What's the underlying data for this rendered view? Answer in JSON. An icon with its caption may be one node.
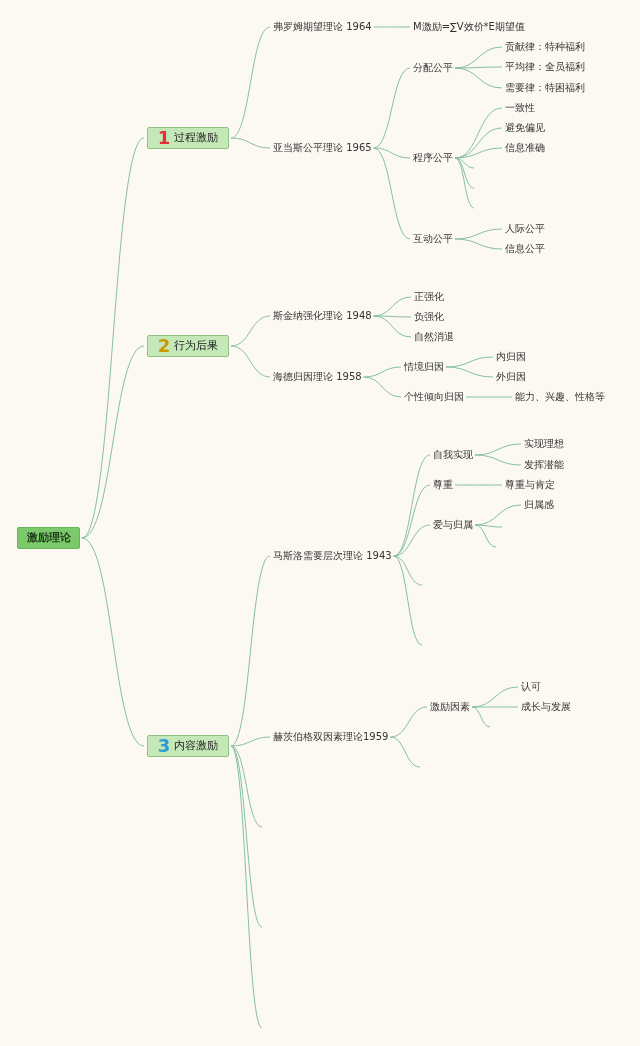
{
  "diagram": {
    "nodes": [
      {
        "text": [
          "激励理论"
        ]
      },
      {
        "text": [
          "1",
          "过程激励"
        ]
      },
      {
        "text": [
          "弗罗姆期望理论 1964"
        ]
      },
      {
        "text": [
          "M激励=∑V效价*E期望值"
        ]
      },
      {
        "text": [
          "亚当斯公平理论 1965"
        ]
      },
      {
        "text": [
          "分配公平"
        ]
      },
      {
        "text": [
          "贡献律：特种福利"
        ]
      },
      {
        "text": [
          "平均律：全员福利"
        ]
      },
      {
        "text": [
          "需要律：特困福利"
        ]
      },
      {
        "text": [
          "程序公平"
        ]
      },
      {
        "text": [
          "一致性"
        ]
      },
      {
        "text": [
          "避免偏见"
        ]
      },
      {
        "text": [
          "信息准确"
        ]
      },
      {
        "text": [
          "互动公平"
        ]
      },
      {
        "text": [
          "人际公平"
        ]
      },
      {
        "text": [
          "信息公平"
        ]
      },
      {
        "text": [
          "2",
          "行为后果"
        ]
      },
      {
        "text": [
          "斯金纳强化理论 1948"
        ]
      },
      {
        "text": [
          "正强化"
        ]
      },
      {
        "text": [
          "负强化"
        ]
      },
      {
        "text": [
          "自然消退"
        ]
      },
      {
        "text": [
          "海德归因理论 1958"
        ]
      },
      {
        "text": [
          "情境归因"
        ]
      },
      {
        "text": [
          "内归因"
        ]
      },
      {
        "text": [
          "外归因"
        ]
      },
      {
        "text": [
          "个性倾向归因"
        ]
      },
      {
        "text": [
          "能力、兴趣、性格等"
        ]
      },
      {
        "text": [
          "3",
          "内容激励"
        ]
      },
      {
        "text": [
          "马斯洛需要层次理论 1943"
        ]
      },
      {
        "text": [
          "自我实现"
        ]
      },
      {
        "text": [
          "实现理想"
        ]
      },
      {
        "text": [
          "发挥潜能"
        ]
      },
      {
        "text": [
          "尊重"
        ]
      },
      {
        "text": [
          "尊重与肯定"
        ]
      },
      {
        "text": [
          "爱与归属"
        ]
      },
      {
        "text": [
          "归属感"
        ]
      },
      {
        "text": [
          "赫茨伯格双因素理论1959"
        ]
      },
      {
        "text": [
          "激励因素"
        ]
      },
      {
        "text": [
          "认可"
        ]
      },
      {
        "text": [
          "成长与发展"
        ]
      }
    ],
    "edges": [
      {
        "from": 0,
        "to": 1,
        "arrow": "none"
      },
      {
        "from": 1,
        "to": 2,
        "arrow": "none"
      },
      {
        "from": 2,
        "to": 3,
        "arrow": "none"
      },
      {
        "from": 1,
        "to": 4,
        "arrow": "none"
      },
      {
        "from": 4,
        "to": 5,
        "arrow": "none"
      },
      {
        "from": 5,
        "to": 6,
        "arrow": "none"
      },
      {
        "from": 5,
        "to": 7,
        "arrow": "none"
      },
      {
        "from": 5,
        "to": 8,
        "arrow": "none"
      },
      {
        "from": 4,
        "to": 9,
        "arrow": "none"
      },
      {
        "from": 9,
        "to": 10,
        "arrow": "none"
      },
      {
        "from": 9,
        "to": 11,
        "arrow": "none"
      },
      {
        "from": 9,
        "to": 12,
        "arrow": "none"
      },
      {
        "from": 9,
        "to": null,
        "arrow": "none"
      },
      {
        "from": 9,
        "to": null,
        "arrow": "none"
      },
      {
        "from": 9,
        "to": null,
        "arrow": "none"
      },
      {
        "from": 4,
        "to": 13,
        "arrow": "none"
      },
      {
        "from": 13,
        "to": 14,
        "arrow": "none"
      },
      {
        "from": 13,
        "to": 15,
        "arrow": "none"
      },
      {
        "from": 0,
        "to": 16,
        "arrow": "none"
      },
      {
        "from": 16,
        "to": 17,
        "arrow": "none"
      },
      {
        "from": 17,
        "to": 18,
        "arrow": "none"
      },
      {
        "from": 17,
        "to": 19,
        "arrow": "none"
      },
      {
        "from": 17,
        "to": 20,
        "arrow": "none"
      },
      {
        "from": 16,
        "to": 21,
        "arrow": "none"
      },
      {
        "from": 21,
        "to": 22,
        "arrow": "none"
      },
      {
        "from": 22,
        "to": 23,
        "arrow": "none"
      },
      {
        "from": 22,
        "to": 24,
        "arrow": "none"
      },
      {
        "from": 21,
        "to": 25,
        "arrow": "none"
      },
      {
        "from": 25,
        "to": 26,
        "arrow": "none"
      },
      {
        "from": 0,
        "to": 27,
        "arrow": "none"
      },
      {
        "from": 27,
        "to": 28,
        "arrow": "none"
      },
      {
        "from": 28,
        "to": 29,
        "arrow": "none"
      },
      {
        "from": 29,
        "to": 30,
        "arrow": "none"
      },
      {
        "from": 29,
        "to": 31,
        "arrow": "none"
      },
      {
        "from": 28,
        "to": 32,
        "arrow": "none"
      },
      {
        "from": 32,
        "to": 33,
        "arrow": "none"
      },
      {
        "from": 28,
        "to": 34,
        "arrow": "none"
      },
      {
        "from": 34,
        "to": 35,
        "arrow": "none"
      },
      {
        "from": 34,
        "to": null,
        "arrow": "none"
      },
      {
        "from": 34,
        "to": null,
        "arrow": "none"
      },
      {
        "from": 28,
        "to": null,
        "arrow": "none"
      },
      {
        "from": 28,
        "to": null,
        "arrow": "none"
      },
      {
        "from": 27,
        "to": 36,
        "arrow": "none"
      },
      {
        "from": 36,
        "to": 37,
        "arrow": "none"
      },
      {
        "from": 37,
        "to": 38,
        "arrow": "none"
      },
      {
        "from": 37,
        "to": 39,
        "arrow": "none"
      },
      {
        "from": 37,
        "to": null,
        "arrow": "none"
      },
      {
        "from": 36,
        "to": null,
        "arrow": "none"
      },
      {
        "from": 27,
        "to": null,
        "arrow": "none"
      },
      {
        "from": 27,
        "to": null,
        "arrow": "none"
      },
      {
        "from": 27,
        "to": null,
        "arrow": "none"
      }
    ]
  }
}
